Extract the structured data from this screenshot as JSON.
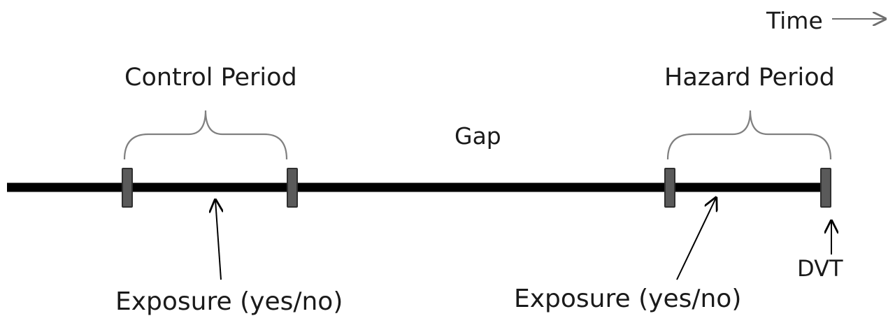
{
  "diagram": {
    "time_label": "Time",
    "control_period_label": "Control Period",
    "hazard_period_label": "Hazard Period",
    "gap_label": "Gap",
    "exposure_left_label": "Exposure (yes/no)",
    "exposure_right_label": "Exposure (yes/no)",
    "dvt_label": "DVT",
    "colors": {
      "timeline": "#000000",
      "marker_fill": "#5a5a5a",
      "marker_stroke": "#2f2f2f",
      "brace": "#808080",
      "arrow": "#000000",
      "time_arrow": "#6e6e6e",
      "text": "#1a1a1a"
    }
  }
}
